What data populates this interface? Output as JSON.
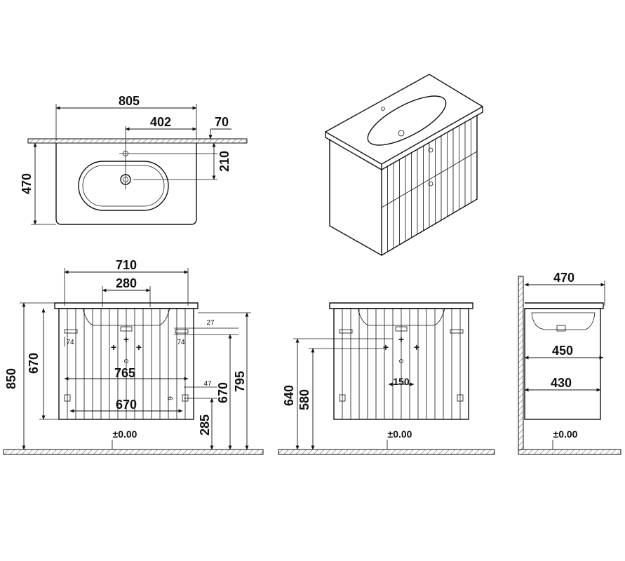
{
  "top_view": {
    "width": "805",
    "tap_offset": "402",
    "back_margin": "70",
    "tap_depth": "210",
    "depth": "470"
  },
  "front_view": {
    "worktop_width": "710",
    "handle_spacing": "280",
    "bracket_left": "74",
    "bracket_right": "74",
    "bracket_gap": "27",
    "fix_width_upper": "765",
    "fix_width_lower": "670",
    "fix_small": "47",
    "fix_tiny": "9",
    "total_height": "850",
    "cabinet_height": "670",
    "right_670": "670",
    "right_795": "795",
    "right_285": "285",
    "floor_level": "±0.00"
  },
  "side_view": {
    "height_640": "640",
    "height_580": "580",
    "pipe_width": "150",
    "floor_level": "±0.00"
  },
  "profile_view": {
    "depth_470": "470",
    "depth_450": "450",
    "depth_430": "430",
    "floor_level": "±0.00"
  }
}
